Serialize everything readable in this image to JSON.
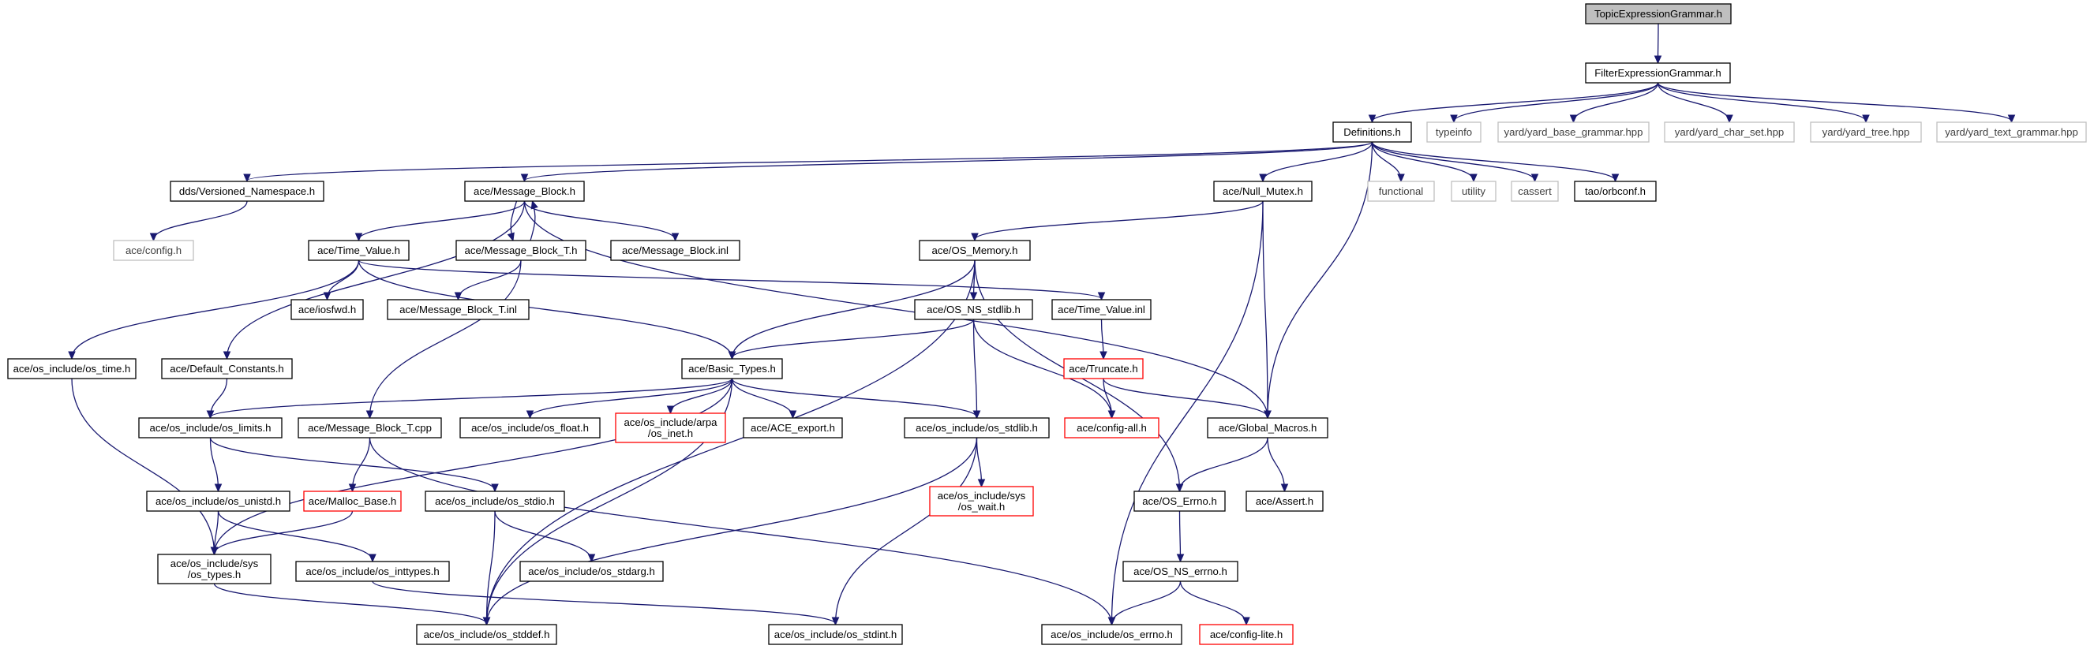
{
  "colors": {
    "edge": "#191970",
    "root_fill": "#bfbfbf",
    "node_border": "#000000",
    "external_border": "#bfbfbf",
    "external_text": "#404040",
    "truncated_border": "#ff0000"
  },
  "nodes": {
    "topic": {
      "lines": [
        "TopicExpressionGrammar.h"
      ],
      "style": "root"
    },
    "filter": {
      "lines": [
        "FilterExpressionGrammar.h"
      ],
      "style": "normal"
    },
    "definitions": {
      "lines": [
        "Definitions.h"
      ],
      "style": "normal"
    },
    "typeinfo": {
      "lines": [
        "typeinfo"
      ],
      "style": "external"
    },
    "yard_base": {
      "lines": [
        "yard/yard_base_grammar.hpp"
      ],
      "style": "external"
    },
    "yard_char": {
      "lines": [
        "yard/yard_char_set.hpp"
      ],
      "style": "external"
    },
    "yard_tree": {
      "lines": [
        "yard/yard_tree.hpp"
      ],
      "style": "external"
    },
    "yard_text": {
      "lines": [
        "yard/yard_text_grammar.hpp"
      ],
      "style": "external"
    },
    "dds_vns": {
      "lines": [
        "dds/Versioned_Namespace.h"
      ],
      "style": "normal"
    },
    "msgblock": {
      "lines": [
        "ace/Message_Block.h"
      ],
      "style": "normal"
    },
    "nullmutex": {
      "lines": [
        "ace/Null_Mutex.h"
      ],
      "style": "normal"
    },
    "functional": {
      "lines": [
        "functional"
      ],
      "style": "external"
    },
    "utility": {
      "lines": [
        "utility"
      ],
      "style": "external"
    },
    "cassert": {
      "lines": [
        "cassert"
      ],
      "style": "external"
    },
    "orbconf": {
      "lines": [
        "tao/orbconf.h"
      ],
      "style": "normal"
    },
    "config": {
      "lines": [
        "ace/config.h"
      ],
      "style": "external"
    },
    "timevalue": {
      "lines": [
        "ace/Time_Value.h"
      ],
      "style": "normal"
    },
    "msgblockT": {
      "lines": [
        "ace/Message_Block_T.h"
      ],
      "style": "normal"
    },
    "msgblockinl": {
      "lines": [
        "ace/Message_Block.inl"
      ],
      "style": "normal"
    },
    "osmemory": {
      "lines": [
        "ace/OS_Memory.h"
      ],
      "style": "normal"
    },
    "iosfwd": {
      "lines": [
        "ace/iosfwd.h"
      ],
      "style": "normal"
    },
    "msgblockTinl": {
      "lines": [
        "ace/Message_Block_T.inl"
      ],
      "style": "normal"
    },
    "osnsstdlib": {
      "lines": [
        "ace/OS_NS_stdlib.h"
      ],
      "style": "normal"
    },
    "timevalueinl": {
      "lines": [
        "ace/Time_Value.inl"
      ],
      "style": "normal"
    },
    "ostime": {
      "lines": [
        "ace/os_include/os_time.h"
      ],
      "style": "normal"
    },
    "defconst": {
      "lines": [
        "ace/Default_Constants.h"
      ],
      "style": "normal"
    },
    "basictypes": {
      "lines": [
        "ace/Basic_Types.h"
      ],
      "style": "normal"
    },
    "truncate": {
      "lines": [
        "ace/Truncate.h"
      ],
      "style": "truncated"
    },
    "oslimits": {
      "lines": [
        "ace/os_include/os_limits.h"
      ],
      "style": "normal"
    },
    "msgblockTcpp": {
      "lines": [
        "ace/Message_Block_T.cpp"
      ],
      "style": "normal"
    },
    "osfloat": {
      "lines": [
        "ace/os_include/os_float.h"
      ],
      "style": "normal"
    },
    "osinet": {
      "lines": [
        "ace/os_include/arpa",
        "/os_inet.h"
      ],
      "style": "truncated"
    },
    "aceexport": {
      "lines": [
        "ace/ACE_export.h"
      ],
      "style": "normal"
    },
    "osstdlib": {
      "lines": [
        "ace/os_include/os_stdlib.h"
      ],
      "style": "normal"
    },
    "configall": {
      "lines": [
        "ace/config-all.h"
      ],
      "style": "truncated"
    },
    "globalmacros": {
      "lines": [
        "ace/Global_Macros.h"
      ],
      "style": "normal"
    },
    "osunistd": {
      "lines": [
        "ace/os_include/os_unistd.h"
      ],
      "style": "normal"
    },
    "mallocbase": {
      "lines": [
        "ace/Malloc_Base.h"
      ],
      "style": "truncated"
    },
    "osstdio": {
      "lines": [
        "ace/os_include/os_stdio.h"
      ],
      "style": "normal"
    },
    "oswait": {
      "lines": [
        "ace/os_include/sys",
        "/os_wait.h"
      ],
      "style": "truncated"
    },
    "oserrno": {
      "lines": [
        "ace/OS_Errno.h"
      ],
      "style": "normal"
    },
    "assert": {
      "lines": [
        "ace/Assert.h"
      ],
      "style": "normal"
    },
    "ostypes": {
      "lines": [
        "ace/os_include/sys",
        "/os_types.h"
      ],
      "style": "normal"
    },
    "osinttypes": {
      "lines": [
        "ace/os_include/os_inttypes.h"
      ],
      "style": "normal"
    },
    "osstdarg": {
      "lines": [
        "ace/os_include/os_stdarg.h"
      ],
      "style": "normal"
    },
    "osnserrno": {
      "lines": [
        "ace/OS_NS_errno.h"
      ],
      "style": "normal"
    },
    "osstddef": {
      "lines": [
        "ace/os_include/os_stddef.h"
      ],
      "style": "normal"
    },
    "osstdint": {
      "lines": [
        "ace/os_include/os_stdint.h"
      ],
      "style": "normal"
    },
    "oserrnoh": {
      "lines": [
        "ace/os_include/os_errno.h"
      ],
      "style": "normal"
    },
    "configlite": {
      "lines": [
        "ace/config-lite.h"
      ],
      "style": "truncated"
    }
  },
  "edges": [
    [
      "topic",
      "filter"
    ],
    [
      "filter",
      "definitions"
    ],
    [
      "filter",
      "typeinfo"
    ],
    [
      "filter",
      "yard_base"
    ],
    [
      "filter",
      "yard_char"
    ],
    [
      "filter",
      "yard_tree"
    ],
    [
      "filter",
      "yard_text"
    ],
    [
      "definitions",
      "dds_vns"
    ],
    [
      "definitions",
      "msgblock"
    ],
    [
      "definitions",
      "nullmutex"
    ],
    [
      "definitions",
      "globalmacros"
    ],
    [
      "definitions",
      "functional"
    ],
    [
      "definitions",
      "utility"
    ],
    [
      "definitions",
      "cassert"
    ],
    [
      "definitions",
      "orbconf"
    ],
    [
      "dds_vns",
      "config"
    ],
    [
      "msgblock",
      "timevalue"
    ],
    [
      "msgblock",
      "msgblockT"
    ],
    [
      "msgblock",
      "msgblockinl"
    ],
    [
      "msgblock",
      "defconst"
    ],
    [
      "msgblock",
      "globalmacros"
    ],
    [
      "msgblockT",
      "msgblock"
    ],
    [
      "msgblockT",
      "msgblockTinl"
    ],
    [
      "msgblockT",
      "msgblockTcpp"
    ],
    [
      "timevalue",
      "iosfwd"
    ],
    [
      "timevalue",
      "timevalueinl"
    ],
    [
      "timevalue",
      "ostime"
    ],
    [
      "timevalue",
      "basictypes"
    ],
    [
      "nullmutex",
      "osmemory"
    ],
    [
      "nullmutex",
      "globalmacros"
    ],
    [
      "nullmutex",
      "oserrnoh"
    ],
    [
      "osmemory",
      "osnsstdlib"
    ],
    [
      "osmemory",
      "basictypes"
    ],
    [
      "osmemory",
      "oserrno"
    ],
    [
      "osmemory",
      "osstddef"
    ],
    [
      "osnsstdlib",
      "basictypes"
    ],
    [
      "osnsstdlib",
      "osstdlib"
    ],
    [
      "osnsstdlib",
      "configall"
    ],
    [
      "timevalueinl",
      "truncate"
    ],
    [
      "truncate",
      "configall"
    ],
    [
      "truncate",
      "globalmacros"
    ],
    [
      "ostime",
      "ostypes"
    ],
    [
      "defconst",
      "oslimits"
    ],
    [
      "basictypes",
      "oslimits"
    ],
    [
      "basictypes",
      "osfloat"
    ],
    [
      "basictypes",
      "osinet"
    ],
    [
      "basictypes",
      "aceexport"
    ],
    [
      "basictypes",
      "osstdlib"
    ],
    [
      "basictypes",
      "ostypes"
    ],
    [
      "basictypes",
      "osstddef"
    ],
    [
      "oslimits",
      "osunistd"
    ],
    [
      "oslimits",
      "osstdio"
    ],
    [
      "msgblockTcpp",
      "mallocbase"
    ],
    [
      "msgblockTcpp",
      "oserrnoh"
    ],
    [
      "osstdlib",
      "oswait"
    ],
    [
      "osstdlib",
      "osstddef"
    ],
    [
      "osstdlib",
      "osstdint"
    ],
    [
      "globalmacros",
      "oserrno"
    ],
    [
      "globalmacros",
      "assert"
    ],
    [
      "osunistd",
      "ostypes"
    ],
    [
      "osunistd",
      "osinttypes"
    ],
    [
      "mallocbase",
      "ostypes"
    ],
    [
      "osstdio",
      "osstdarg"
    ],
    [
      "osstdio",
      "osstddef"
    ],
    [
      "oserrno",
      "osnserrno"
    ],
    [
      "osnserrno",
      "oserrnoh"
    ],
    [
      "osnserrno",
      "configlite"
    ],
    [
      "ostypes",
      "osstddef"
    ],
    [
      "osinttypes",
      "osstdint"
    ]
  ]
}
